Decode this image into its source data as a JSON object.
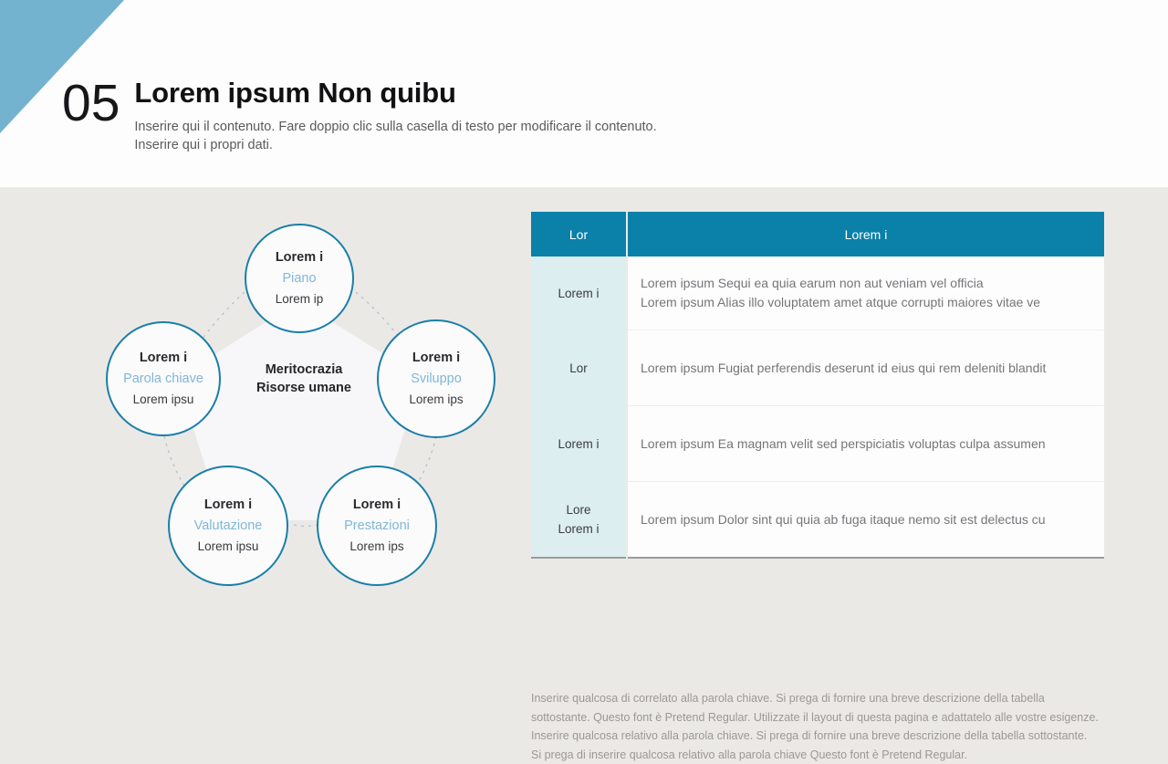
{
  "header": {
    "slide_number": "05",
    "title": "Lorem ipsum Non quibu",
    "subtitle_line1": "Inserire qui il contenuto. Fare doppio clic sulla casella di testo per modificare il contenuto.",
    "subtitle_line2": "Inserire qui i propri dati."
  },
  "colors": {
    "corner_triangle": "#74b3cf",
    "accent_blue": "#0b80a9",
    "circle_border": "#1a7fa8",
    "key_text": "#7fb7d6",
    "table_key_bg": "#dceef0",
    "body_bg": "#ebe9e6"
  },
  "diagram": {
    "center_line1": "Meritocrazia",
    "center_line2": "Risorse umane",
    "nodes": [
      {
        "id": "piano",
        "title": "Lorem i",
        "keyword": "Piano",
        "subtitle": "Lorem ip"
      },
      {
        "id": "sviluppo",
        "title": "Lorem i",
        "keyword": "Sviluppo",
        "subtitle": "Lorem ips"
      },
      {
        "id": "prestazioni",
        "title": "Lorem i",
        "keyword": "Prestazioni",
        "subtitle": "Lorem ips"
      },
      {
        "id": "valutazione",
        "title": "Lorem i",
        "keyword": "Valutazione",
        "subtitle": "Lorem ipsu"
      },
      {
        "id": "parola-chiave",
        "title": "Lorem i",
        "keyword": "Parola chiave",
        "subtitle": "Lorem ipsu"
      }
    ]
  },
  "table": {
    "headers": {
      "col1": "Lor",
      "col2": "Lorem i"
    },
    "rows": [
      {
        "key": "Lorem i",
        "key_line2": "",
        "value_line1": "Lorem ipsum Sequi ea quia earum non aut veniam vel officia",
        "value_line2": "Lorem ipsum Alias illo voluptatem amet atque corrupti maiores vitae ve"
      },
      {
        "key": "Lor",
        "key_line2": "",
        "value_line1": "Lorem ipsum Fugiat perferendis deserunt id eius qui rem deleniti blandit",
        "value_line2": ""
      },
      {
        "key": "Lorem i",
        "key_line2": "",
        "value_line1": "Lorem ipsum Ea magnam velit sed perspiciatis voluptas culpa assumen",
        "value_line2": ""
      },
      {
        "key": "Lore",
        "key_line2": "Lorem i",
        "value_line1": "Lorem ipsum Dolor sint qui quia ab fuga itaque nemo sit est delectus cu",
        "value_line2": ""
      }
    ],
    "note": "Inserire qualcosa di correlato alla parola chiave. Si prega di fornire una breve descrizione della tabella sottostante. Questo font è Pretend Regular. Utilizzate il layout di questa pagina e adattatelo alle vostre esigenze. Inserire qualcosa relativo alla parola chiave. Si prega di fornire una breve descrizione della tabella sottostante. Si prega di inserire qualcosa relativo alla parola chiave Questo font è Pretend Regular."
  }
}
